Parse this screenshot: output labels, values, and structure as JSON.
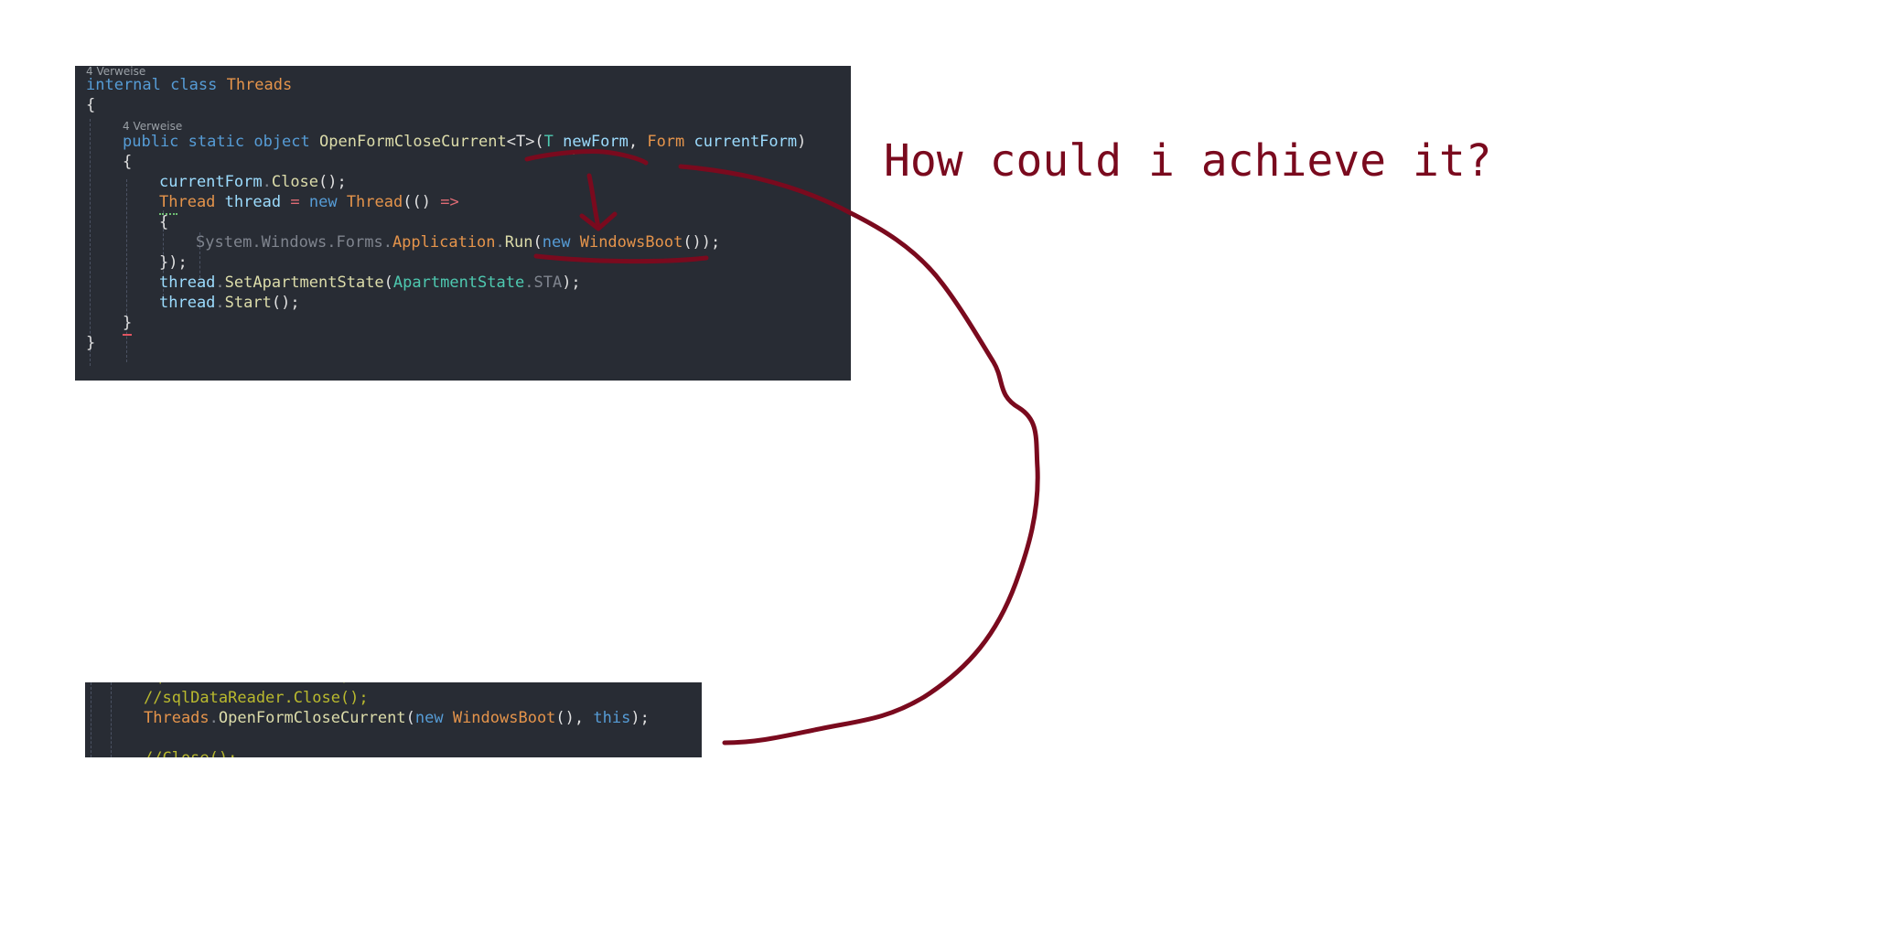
{
  "top_snippet": {
    "codelens_1": "4 Verweise",
    "line_class": {
      "kw_internal": "internal",
      "kw_class": "class",
      "class_name": "Threads"
    },
    "brace_open": "{",
    "codelens_2": "4 Verweise",
    "line_method": {
      "kw_public": "public",
      "kw_static": "static",
      "kw_object": "object",
      "method_name": "OpenFormCloseCurrent",
      "generic": "<T>(",
      "type_t": "T",
      "param_newform": "newForm",
      "comma": ",",
      "type_form": "Form",
      "param_currentform": "currentForm",
      "close_paren": ")"
    },
    "method_brace_open": "{",
    "line_close": {
      "obj": "currentForm",
      "dot": ".",
      "method": "Close",
      "end": "();"
    },
    "line_thread": {
      "type_thread": "Thread",
      "var_thread": "thread",
      "op_eq": "=",
      "kw_new": "new",
      "type_thread2": "Thread",
      "lambda_open": "(()",
      "op_arrow": "=>"
    },
    "lambda_brace_open": "{",
    "line_run": {
      "ns": "System.Windows.Forms.",
      "app": "Application",
      "dot": ".",
      "method": "Run",
      "open": "(",
      "kw_new": "new",
      "type": "WindowsBoot",
      "end": "());"
    },
    "lambda_close": "});",
    "line_apartment": {
      "obj": "thread",
      "dot": ".",
      "method": "SetApartmentState",
      "open": "(",
      "enum": "ApartmentState",
      "dot2": ".",
      "member": "STA",
      "end": ");"
    },
    "line_start": {
      "obj": "thread",
      "dot": ".",
      "method": "Start",
      "end": "();"
    },
    "method_brace_close": "}",
    "brace_close": "}"
  },
  "bottom_snippet": {
    "line_comment": "//sqlDataReader.Close();",
    "line_call": {
      "class_name": "Threads",
      "dot": ".",
      "method": "OpenFormCloseCurrent",
      "open": "(",
      "kw_new": "new",
      "type": "WindowsBoot",
      "mid": "(),",
      "kw_this": "this",
      "end": ");"
    },
    "line_partial": "//Close();"
  },
  "annotation": {
    "question": "How could i achieve it?",
    "ink_color": "#7a0a1e"
  }
}
